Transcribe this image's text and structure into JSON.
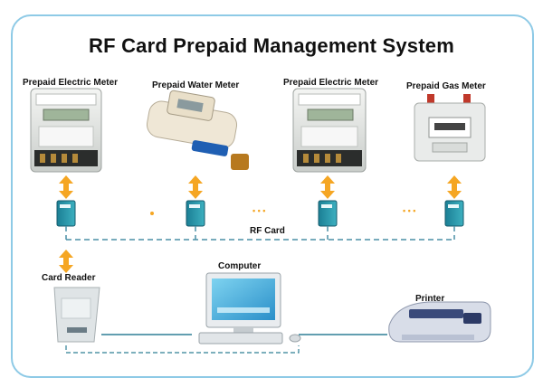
{
  "title": "RF Card Prepaid Management System",
  "meters": [
    {
      "label": "Prepaid Electric Meter",
      "kind": "electric"
    },
    {
      "label": "Prepaid Water Meter",
      "kind": "water"
    },
    {
      "label": "Prepaid Electric Meter",
      "kind": "electric"
    },
    {
      "label": "Prepaid Gas Meter",
      "kind": "gas"
    }
  ],
  "ellipsis": "• • •",
  "rf_card_label": "RF Card",
  "card_reader_label": "Card Reader",
  "computer_label": "Computer",
  "printer_label": "Printer",
  "colors": {
    "frame": "#8ecae6",
    "arrow": "#f5a623",
    "dashed_line": "#4a8fa6",
    "card": "#1f8fa0",
    "meter_body": "#e6e8e6",
    "lcd": "#9fb59a"
  }
}
